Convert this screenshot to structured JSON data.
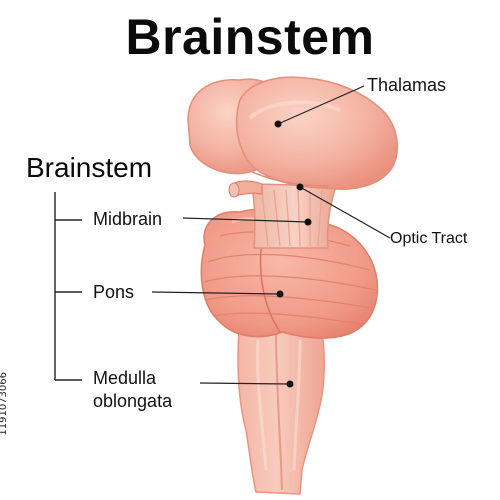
{
  "title": "Brainstem",
  "group_label": "Brainstem",
  "labels": {
    "thalamas": "Thalamas",
    "optic_tract": "Optic Tract",
    "midbrain": "Midbrain",
    "pons": "Pons",
    "medulla_line1": "Medulla",
    "medulla_line2": "oblongata"
  },
  "watermark": "1191073066",
  "colors": {
    "tissue_light": "#f6c2b3",
    "tissue_mid": "#f2a796",
    "tissue_dark": "#e88d7a",
    "outline": "#e58c7a",
    "line": "#222222"
  }
}
